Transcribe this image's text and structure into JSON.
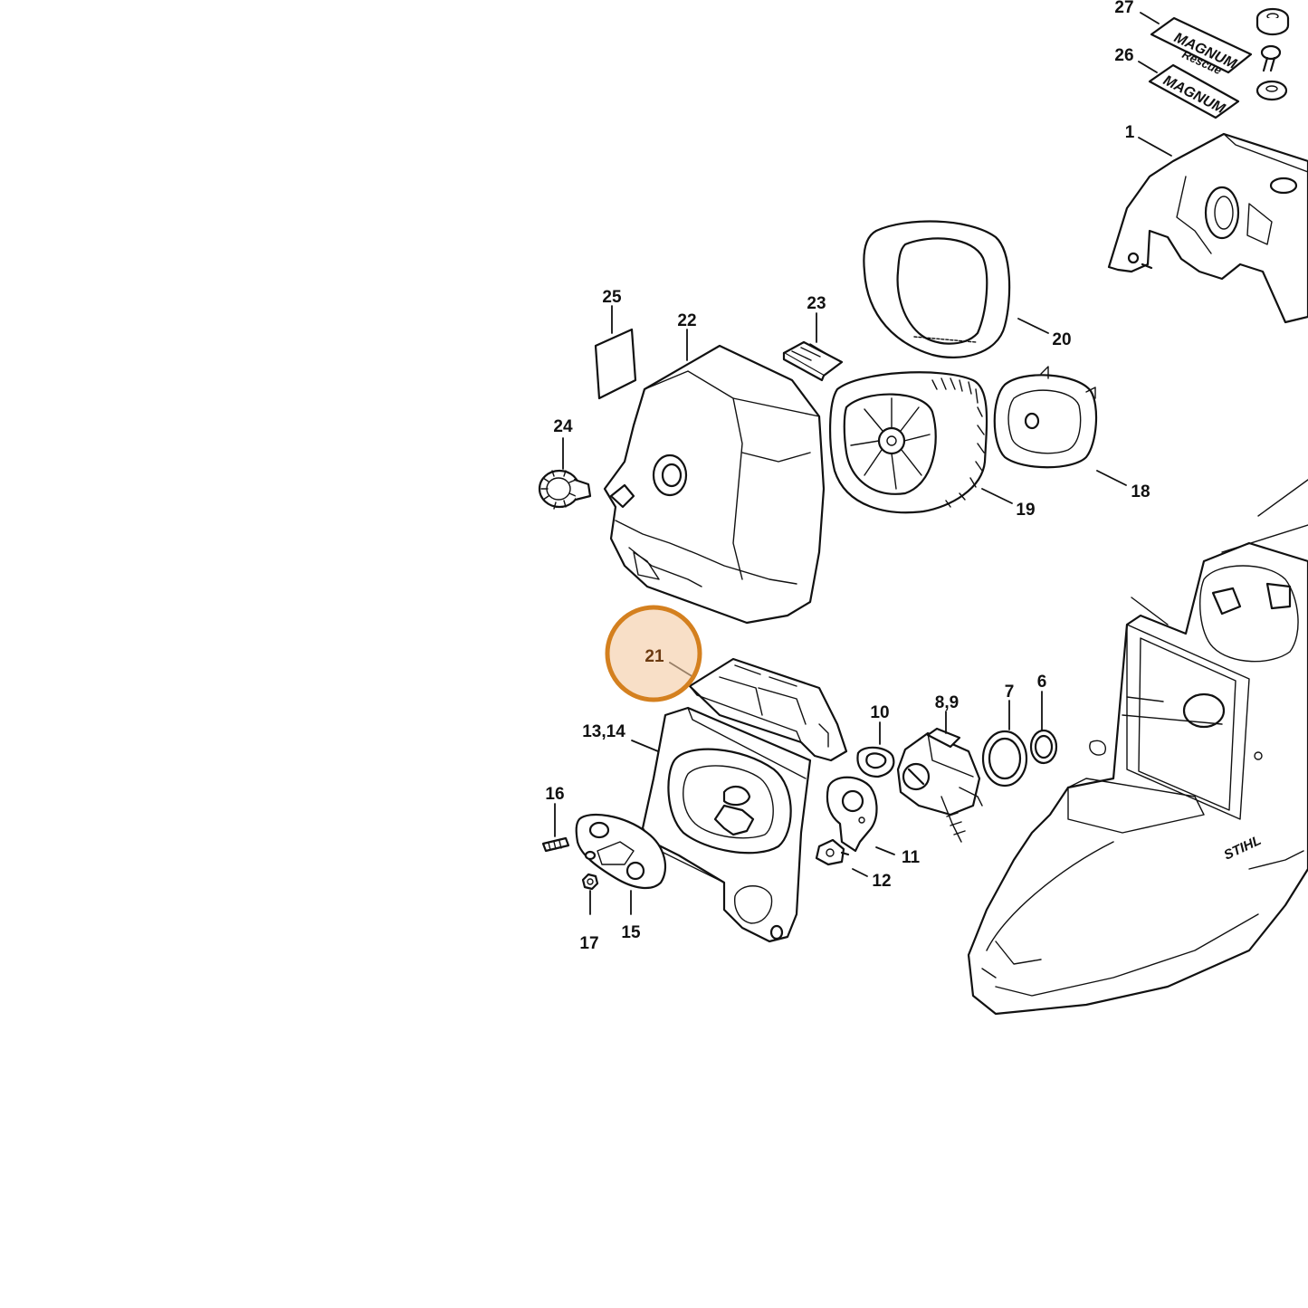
{
  "callouts": {
    "c1": "1",
    "c6": "6",
    "c7": "7",
    "c89": "8,9",
    "c10": "10",
    "c11": "11",
    "c12": "12",
    "c1314": "13,14",
    "c15": "15",
    "c16": "16",
    "c17": "17",
    "c18": "18",
    "c19": "19",
    "c20": "20",
    "c21": "21",
    "c22": "22",
    "c23": "23",
    "c24": "24",
    "c25": "25",
    "c26": "26",
    "c27": "27"
  },
  "badges": {
    "magnum_rescue_line1": "MAGNUM",
    "magnum_rescue_line2": "Rescue",
    "magnum": "MAGNUM",
    "brand": "STIHL"
  },
  "highlight": {
    "part": "21",
    "color": "#d4801f"
  }
}
